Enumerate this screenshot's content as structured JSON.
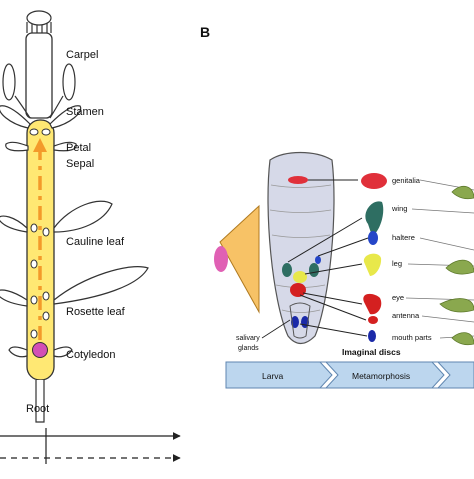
{
  "panel_a": {
    "organ_labels": {
      "carpel": "Carpel",
      "stamen": "Stamen",
      "petal": "Petal",
      "sepal": "Sepal",
      "cauline_leaf": "Cauline leaf",
      "rosette_leaf": "Rosette leaf",
      "cotyledon": "Cotyledon",
      "root": "Root"
    }
  },
  "panel_b": {
    "panel_letter": "B",
    "disc_labels": {
      "genitalia": "genitalia",
      "wing": "wing",
      "haltere": "haltere",
      "leg": "leg",
      "eye": "eye",
      "antenna": "antenna",
      "mouth_parts": "mouth parts"
    },
    "salivary_label_line1": "salivary",
    "salivary_label_line2": "glands",
    "imaginal_discs_label": "Imaginal discs",
    "stage_bar": {
      "larva": "Larva",
      "metamorphosis": "Metamorphosis"
    }
  },
  "colors": {
    "stem_yellow": "#ffe873",
    "stem_orange_arrow": "#f39a2a",
    "cotyledon_pink": "#d34fb5",
    "genitalia_red": "#e0303a",
    "wing_teal": "#2e6e62",
    "haltere_blue": "#2546c8",
    "leg_yellow": "#e8e84a",
    "eye_red": "#d42020",
    "mouth_navy": "#1b2aa8",
    "adult_green": "#8aa84e",
    "stage_bar_blue": "#bcd6ee"
  }
}
